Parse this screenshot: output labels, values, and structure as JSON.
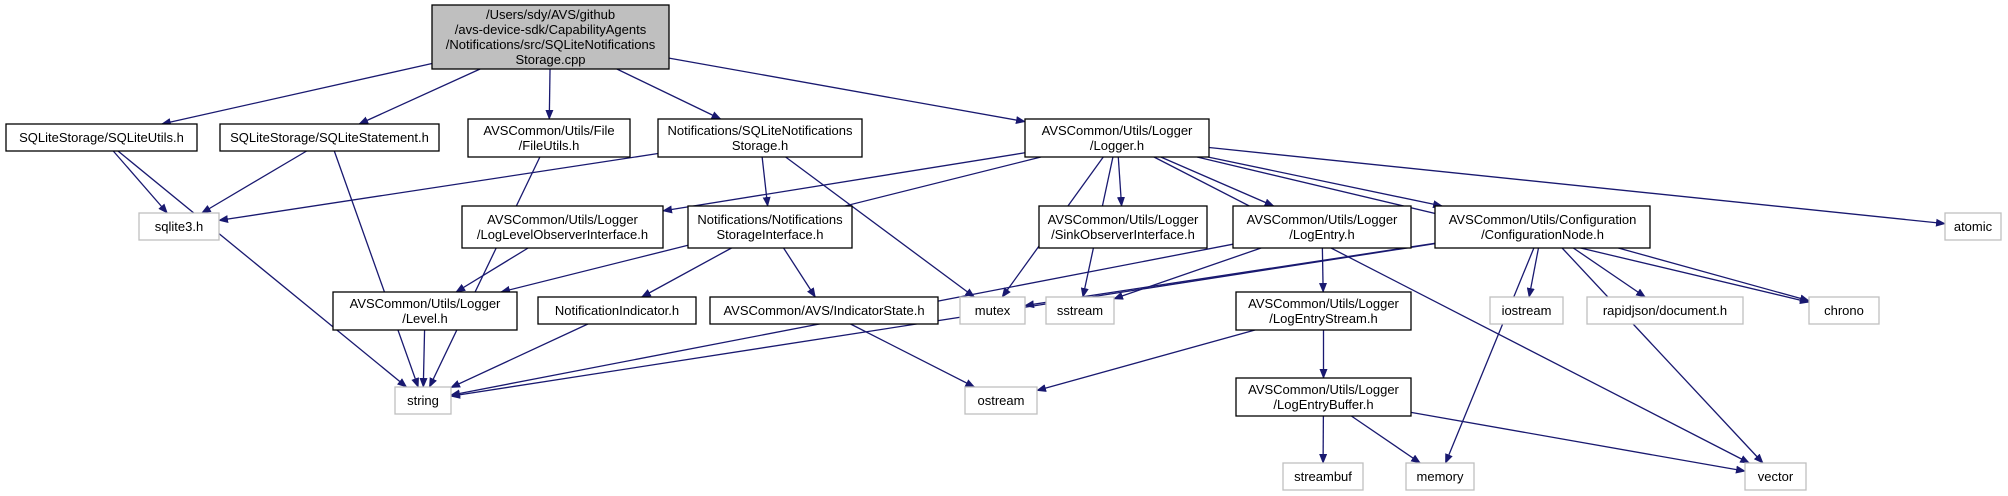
{
  "colors": {
    "edge": "#191970",
    "root_fill": "#bfbfbf",
    "header_border": "#000000",
    "system_border": "#bfbfbf",
    "node_fill": "#ffffff"
  },
  "nodes": [
    {
      "id": "root",
      "kind": "root",
      "lines": [
        "/Users/sdy/AVS/github",
        "/avs-device-sdk/CapabilityAgents",
        "/Notifications/src/SQLiteNotifications",
        "Storage.cpp"
      ]
    },
    {
      "id": "sqliteutils",
      "kind": "header",
      "lines": [
        "SQLiteStorage/SQLiteUtils.h"
      ]
    },
    {
      "id": "sqlitestatement",
      "kind": "header",
      "lines": [
        "SQLiteStorage/SQLiteStatement.h"
      ]
    },
    {
      "id": "fileutils",
      "kind": "header",
      "lines": [
        "AVSCommon/Utils/File",
        "/FileUtils.h"
      ]
    },
    {
      "id": "notifstorage",
      "kind": "header",
      "lines": [
        "Notifications/SQLiteNotifications",
        "Storage.h"
      ]
    },
    {
      "id": "logger",
      "kind": "header",
      "lines": [
        "AVSCommon/Utils/Logger",
        "/Logger.h"
      ]
    },
    {
      "id": "atomic",
      "kind": "system",
      "lines": [
        "atomic"
      ]
    },
    {
      "id": "sqlite3",
      "kind": "system",
      "lines": [
        "sqlite3.h"
      ]
    },
    {
      "id": "loglevelobs",
      "kind": "header",
      "lines": [
        "AVSCommon/Utils/Logger",
        "/LogLevelObserverInterface.h"
      ]
    },
    {
      "id": "notififace",
      "kind": "header",
      "lines": [
        "Notifications/Notifications",
        "StorageInterface.h"
      ]
    },
    {
      "id": "sinkobs",
      "kind": "header",
      "lines": [
        "AVSCommon/Utils/Logger",
        "/SinkObserverInterface.h"
      ]
    },
    {
      "id": "logentry",
      "kind": "header",
      "lines": [
        "AVSCommon/Utils/Logger",
        "/LogEntry.h"
      ]
    },
    {
      "id": "confignode",
      "kind": "header",
      "lines": [
        "AVSCommon/Utils/Configuration",
        "/ConfigurationNode.h"
      ]
    },
    {
      "id": "level",
      "kind": "header",
      "lines": [
        "AVSCommon/Utils/Logger",
        "/Level.h"
      ]
    },
    {
      "id": "notifindicator",
      "kind": "header",
      "lines": [
        "NotificationIndicator.h"
      ]
    },
    {
      "id": "indicatorstate",
      "kind": "header",
      "lines": [
        "AVSCommon/AVS/IndicatorState.h"
      ]
    },
    {
      "id": "mutex",
      "kind": "system",
      "lines": [
        "mutex"
      ]
    },
    {
      "id": "sstream",
      "kind": "system",
      "lines": [
        "sstream"
      ]
    },
    {
      "id": "logentrystream",
      "kind": "header",
      "lines": [
        "AVSCommon/Utils/Logger",
        "/LogEntryStream.h"
      ]
    },
    {
      "id": "iostream",
      "kind": "system",
      "lines": [
        "iostream"
      ]
    },
    {
      "id": "rapidjson",
      "kind": "system",
      "lines": [
        "rapidjson/document.h"
      ]
    },
    {
      "id": "chrono",
      "kind": "system",
      "lines": [
        "chrono"
      ]
    },
    {
      "id": "string",
      "kind": "system",
      "lines": [
        "string"
      ]
    },
    {
      "id": "ostream",
      "kind": "system",
      "lines": [
        "ostream"
      ]
    },
    {
      "id": "logentrybuffer",
      "kind": "header",
      "lines": [
        "AVSCommon/Utils/Logger",
        "/LogEntryBuffer.h"
      ]
    },
    {
      "id": "streambuf",
      "kind": "system",
      "lines": [
        "streambuf"
      ]
    },
    {
      "id": "memory",
      "kind": "system",
      "lines": [
        "memory"
      ]
    },
    {
      "id": "vector",
      "kind": "system",
      "lines": [
        "vector"
      ]
    }
  ],
  "edges": [
    [
      "root",
      "sqliteutils"
    ],
    [
      "root",
      "sqlitestatement"
    ],
    [
      "root",
      "fileutils"
    ],
    [
      "root",
      "notifstorage"
    ],
    [
      "root",
      "logger"
    ],
    [
      "sqliteutils",
      "sqlite3"
    ],
    [
      "sqliteutils",
      "string"
    ],
    [
      "sqlitestatement",
      "sqlite3"
    ],
    [
      "sqlitestatement",
      "string"
    ],
    [
      "fileutils",
      "string"
    ],
    [
      "notifstorage",
      "sqlite3"
    ],
    [
      "notifstorage",
      "notififace"
    ],
    [
      "notifstorage",
      "mutex"
    ],
    [
      "logger",
      "atomic"
    ],
    [
      "logger",
      "loglevelobs"
    ],
    [
      "logger",
      "sinkobs"
    ],
    [
      "logger",
      "logentry"
    ],
    [
      "logger",
      "confignode"
    ],
    [
      "logger",
      "level"
    ],
    [
      "logger",
      "mutex"
    ],
    [
      "logger",
      "sstream"
    ],
    [
      "logger",
      "chrono"
    ],
    [
      "logger",
      "vector"
    ],
    [
      "loglevelobs",
      "level"
    ],
    [
      "notififace",
      "notifindicator"
    ],
    [
      "notififace",
      "indicatorstate"
    ],
    [
      "notifindicator",
      "string"
    ],
    [
      "indicatorstate",
      "ostream"
    ],
    [
      "level",
      "string"
    ],
    [
      "logentry",
      "sstream"
    ],
    [
      "logentry",
      "string"
    ],
    [
      "logentry",
      "logentrystream"
    ],
    [
      "confignode",
      "mutex"
    ],
    [
      "confignode",
      "string"
    ],
    [
      "confignode",
      "iostream"
    ],
    [
      "confignode",
      "rapidjson"
    ],
    [
      "confignode",
      "chrono"
    ],
    [
      "confignode",
      "memory"
    ],
    [
      "confignode",
      "vector"
    ],
    [
      "logentrystream",
      "ostream"
    ],
    [
      "logentrystream",
      "logentrybuffer"
    ],
    [
      "logentrybuffer",
      "streambuf"
    ],
    [
      "logentrybuffer",
      "memory"
    ],
    [
      "logentrybuffer",
      "vector"
    ]
  ]
}
